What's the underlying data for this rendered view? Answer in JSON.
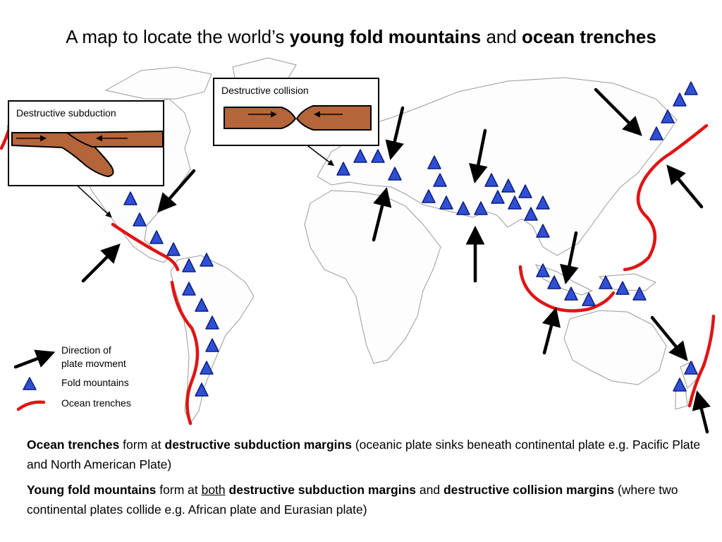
{
  "title": {
    "part1": "A map to locate the world’s ",
    "bold1": "young fold mountains",
    "part2": " and ",
    "bold2": "ocean trenches"
  },
  "insets": {
    "subduction_label": "Destructive subduction",
    "collision_label": "Destructive collision"
  },
  "legend": {
    "arrow_label_line1": "Direction of",
    "arrow_label_line2": "plate movment",
    "mountain_label": "Fold mountains",
    "trench_label": "Ocean trenches"
  },
  "notes": {
    "p1_b1": "Ocean trenches",
    "p1_t1": " form at ",
    "p1_b2": "destructive subduction margins",
    "p1_t2": " (oceanic plate sinks beneath continental plate e.g. Pacific Plate and North American Plate)",
    "p2_b1": "Young fold mountains",
    "p2_t1": " form at ",
    "p2_u1": "both",
    "p2_t2": " ",
    "p2_b2": "destructive subduction margins",
    "p2_t3": " and ",
    "p2_b3": "destructive collision margins",
    "p2_t4": " (where two continental plates collide e.g. African plate and Eurasian plate)"
  },
  "colors": {
    "mountain_fill": "#2f4fd6",
    "mountain_stroke": "#0d1f7a",
    "trench": "#e01414",
    "arrow": "#000000",
    "plate": "#b5653a",
    "land_outline": "#9a9a9a"
  },
  "icons": {
    "mountain": "blue-triangle-icon",
    "arrow": "black-arrow-icon",
    "trench": "red-curve-icon"
  }
}
